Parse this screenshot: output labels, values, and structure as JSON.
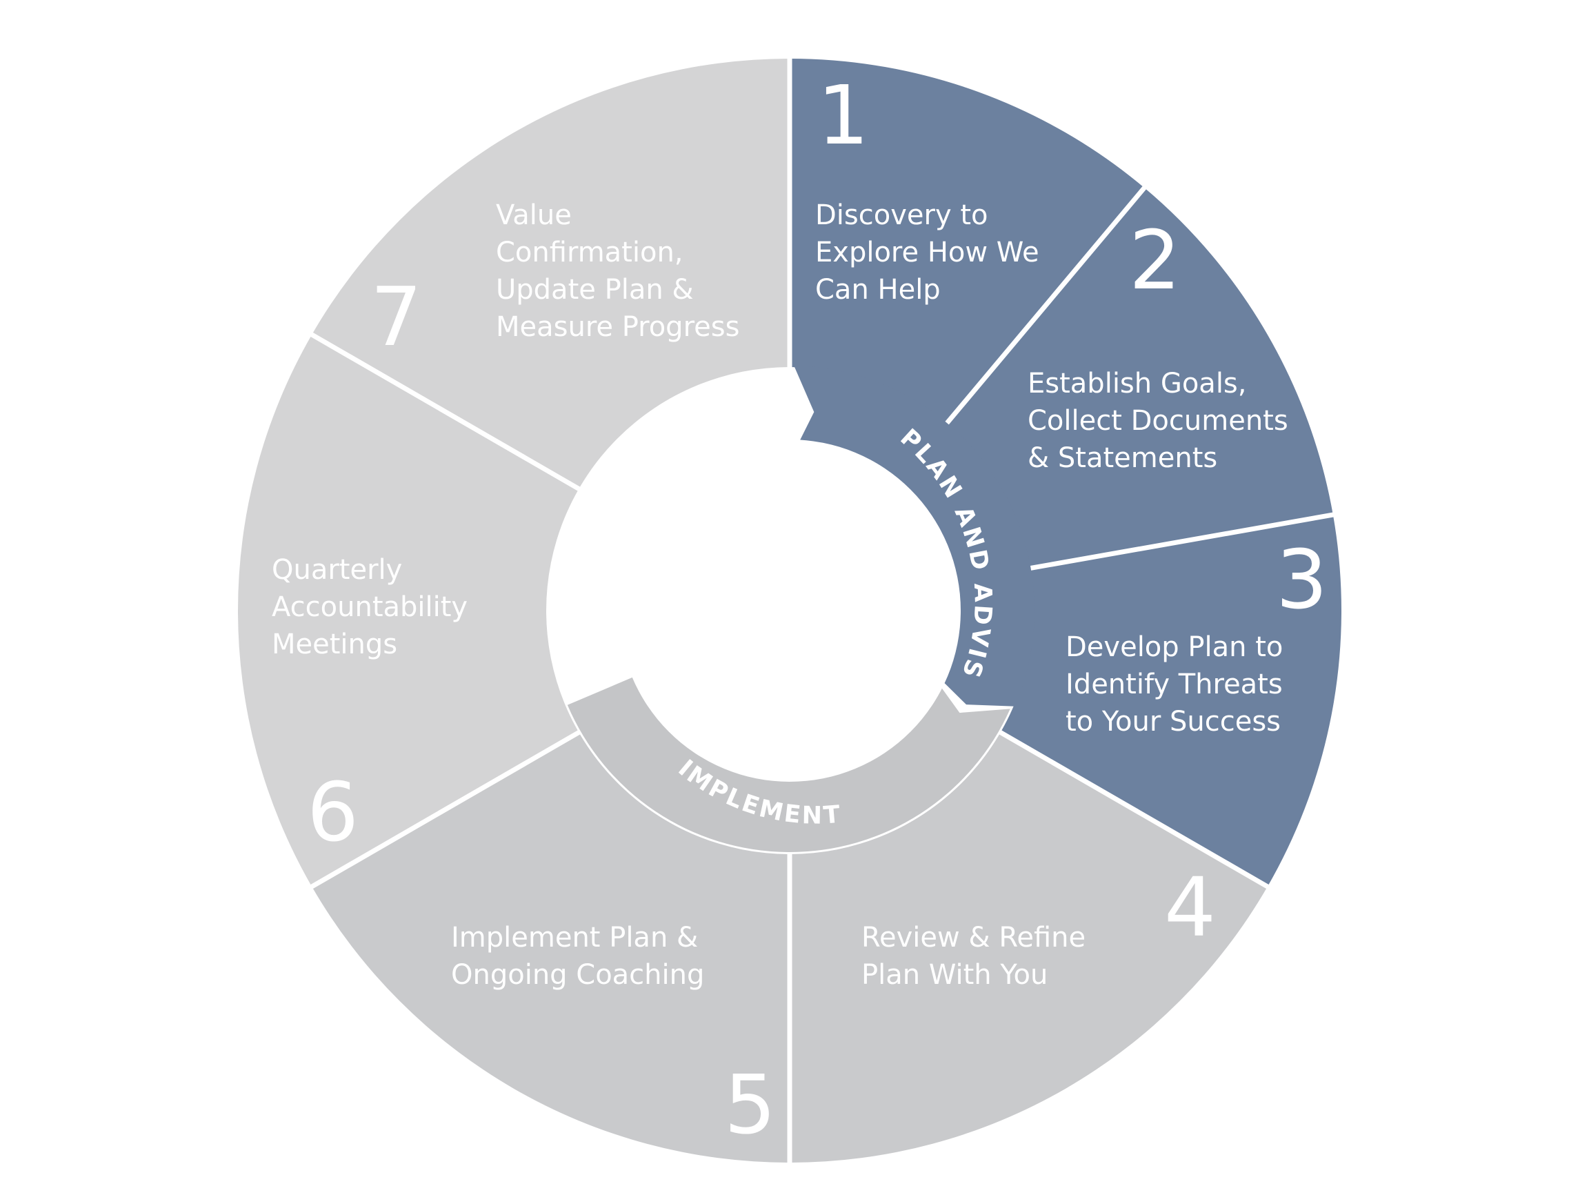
{
  "colors": {
    "plan_segment": "#6c819f",
    "implement_segment_light": "#d4d4d5",
    "implement_segment_mid": "#c9cacc",
    "plan_arrow": "#6c819f",
    "implement_arrow": "#c4c5c7",
    "divider": "#ffffff"
  },
  "segments": [
    {
      "number": "1",
      "lines": [
        "Discovery to",
        "Explore How We",
        "Can Help"
      ]
    },
    {
      "number": "2",
      "lines": [
        "Establish Goals,",
        "Collect Documents",
        "& Statements"
      ]
    },
    {
      "number": "3",
      "lines": [
        "Develop Plan to",
        "Identify Threats",
        "to Your Success"
      ]
    },
    {
      "number": "4",
      "lines": [
        "Review & Refine",
        "Plan With You"
      ]
    },
    {
      "number": "5",
      "lines": [
        "Implement Plan &",
        "Ongoing Coaching"
      ]
    },
    {
      "number": "6",
      "lines": [
        "Quarterly",
        "Accountability",
        "Meetings"
      ]
    },
    {
      "number": "7",
      "lines": [
        "Value",
        "Confirmation,",
        "Update Plan &",
        "Measure Progress"
      ]
    }
  ],
  "phases": {
    "plan": "PLAN AND ADVISE",
    "implement": "IMPLEMENT"
  }
}
